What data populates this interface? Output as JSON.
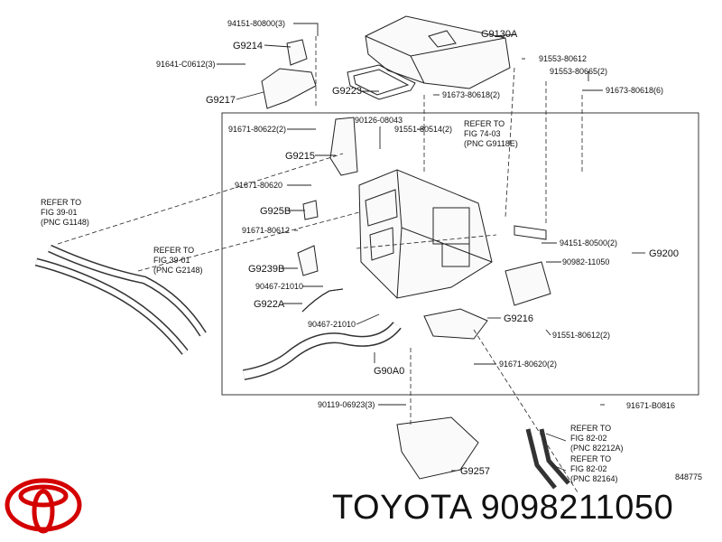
{
  "labels": [
    {
      "text": "94151-80800(3)"
    },
    {
      "text": "G9214"
    },
    {
      "text": "91641-C0612(3)"
    },
    {
      "text": "G9217"
    },
    {
      "text": "G9130A"
    },
    {
      "text": "91553-80612"
    },
    {
      "text": "91553-80665(2)"
    },
    {
      "text": "G9223"
    },
    {
      "text": "91673-80618(2)"
    },
    {
      "text": "91673-80618(6)"
    },
    {
      "text": "91671-80622(2)"
    },
    {
      "text": "90126-08043"
    },
    {
      "text": "91551-80514(2)"
    },
    {
      "text": "G9215"
    },
    {
      "text": "91671-80620"
    },
    {
      "text": "G925B"
    },
    {
      "text": "91671-80612"
    },
    {
      "text": "G9239B"
    },
    {
      "text": "90467-21010"
    },
    {
      "text": "G922A"
    },
    {
      "text": "90467-21010"
    },
    {
      "text": "G90A0"
    },
    {
      "text": "94151-80500(2)"
    },
    {
      "text": "90982-11050"
    },
    {
      "text": "G9200"
    },
    {
      "text": "G9216"
    },
    {
      "text": "91551-80612(2)"
    },
    {
      "text": "91671-80620(2)"
    },
    {
      "text": "90119-06923(3)"
    },
    {
      "text": "91671-B0816"
    },
    {
      "text": "G9257"
    },
    {
      "text": "848775"
    }
  ],
  "refs": [
    {
      "lines": [
        "REFER TO",
        "FIG  74-03",
        "(PNC G9118E)"
      ]
    },
    {
      "lines": [
        "REFER TO",
        "FIG  39-01",
        "(PNC G1148)"
      ]
    },
    {
      "lines": [
        "REFER TO",
        "FIG  39-01",
        "(PNC G2148)"
      ]
    },
    {
      "lines": [
        "REFER TO",
        "FIG  82-02",
        "(PNC 82212A)"
      ]
    },
    {
      "lines": [
        "REFER TO",
        "FIG  82-02",
        "(PNC 82164)"
      ]
    }
  ],
  "footer": {
    "brand_part": "TOYOTA 9098211050",
    "logo_icon": "toyota-logo-icon"
  }
}
